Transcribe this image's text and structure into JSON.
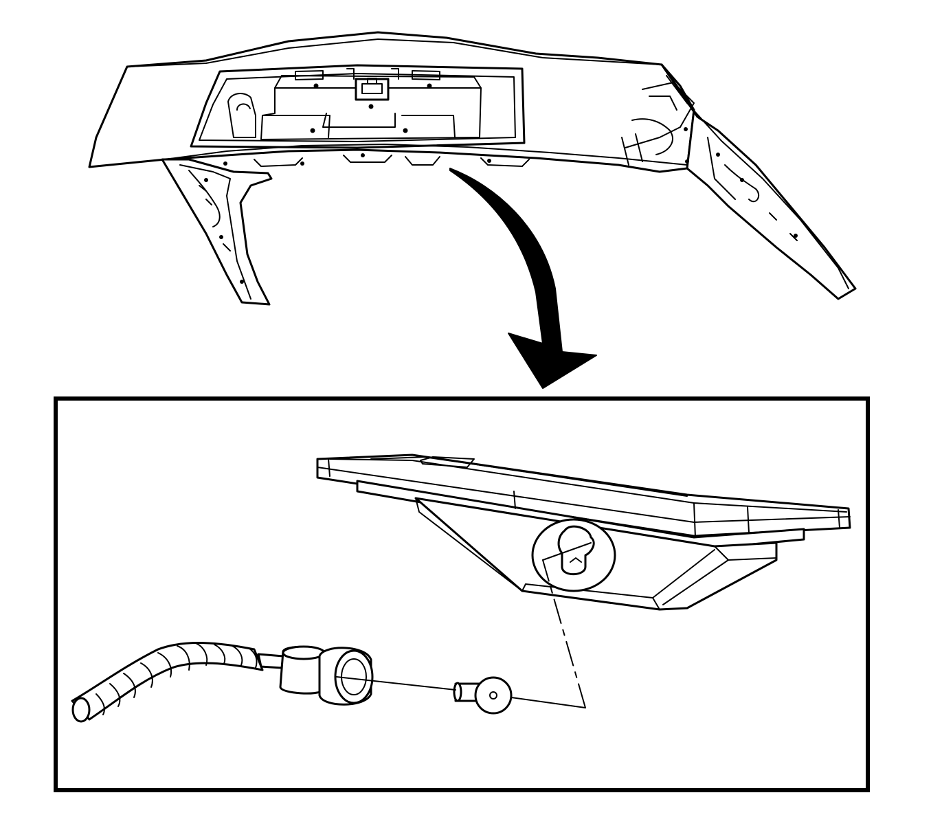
{
  "figure": {
    "kind": "exploded-view line illustration",
    "colors": {
      "stroke": "#000000",
      "background": "#ffffff"
    },
    "parts": [
      "rear-compartment-lid",
      "pointer-arrow-icon",
      "detail-frame",
      "license-lamp-housing",
      "wiring-harness",
      "lamp-socket",
      "bulb",
      "exploded-view-leader"
    ]
  }
}
